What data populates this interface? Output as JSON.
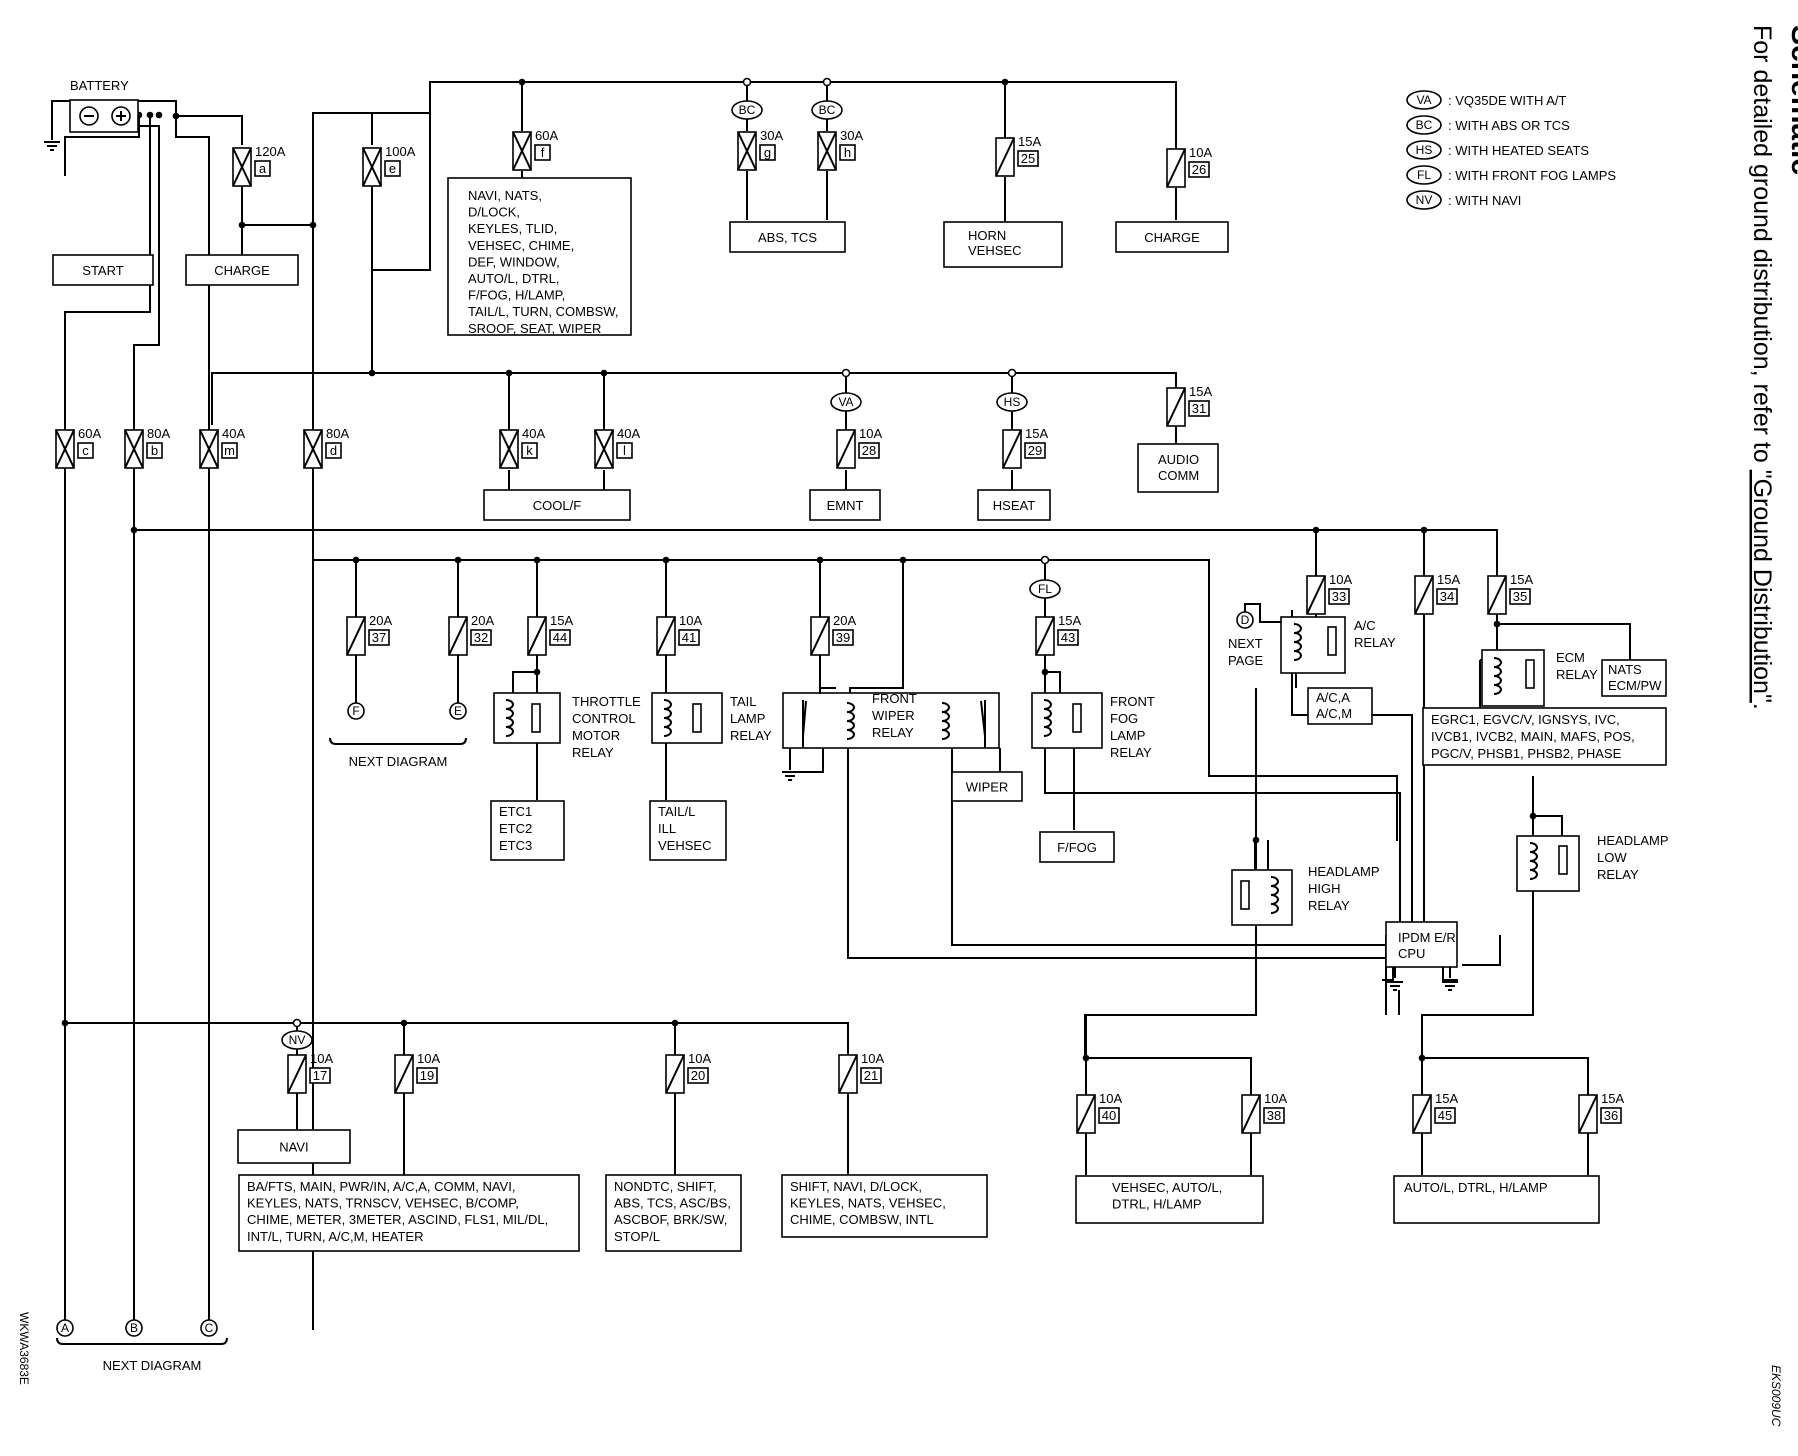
{
  "title": "Schematic",
  "note_prefix": "For detailed ground distribution, refer to ",
  "note_link": "\"Ground Distribution\"",
  "note_suffix": ".",
  "legend": [
    {
      "code": "VA",
      "text": ": VQ35DE WITH A/T"
    },
    {
      "code": "BC",
      "text": ": WITH ABS OR TCS"
    },
    {
      "code": "HS",
      "text": ": WITH HEATED SEATS"
    },
    {
      "code": "FL",
      "text": ": WITH FRONT FOG LAMPS"
    },
    {
      "code": "NV",
      "text": ": WITH NAVI"
    }
  ],
  "battery": "BATTERY",
  "fusible_links": [
    {
      "amp": "120A",
      "id": "a"
    },
    {
      "amp": "100A",
      "id": "e"
    },
    {
      "amp": "60A",
      "id": "f"
    },
    {
      "amp": "30A",
      "id": "g"
    },
    {
      "amp": "30A",
      "id": "h"
    },
    {
      "amp": "60A",
      "id": "c"
    },
    {
      "amp": "80A",
      "id": "b"
    },
    {
      "amp": "40A",
      "id": "m"
    },
    {
      "amp": "80A",
      "id": "d"
    },
    {
      "amp": "40A",
      "id": "k"
    },
    {
      "amp": "40A",
      "id": "l"
    }
  ],
  "fuses": [
    {
      "amp": "15A",
      "num": "25"
    },
    {
      "amp": "10A",
      "num": "26"
    },
    {
      "amp": "15A",
      "num": "31"
    },
    {
      "amp": "10A",
      "num": "28"
    },
    {
      "amp": "15A",
      "num": "29"
    },
    {
      "amp": "20A",
      "num": "37"
    },
    {
      "amp": "20A",
      "num": "32"
    },
    {
      "amp": "15A",
      "num": "44"
    },
    {
      "amp": "10A",
      "num": "41"
    },
    {
      "amp": "20A",
      "num": "39"
    },
    {
      "amp": "15A",
      "num": "43"
    },
    {
      "amp": "10A",
      "num": "33"
    },
    {
      "amp": "15A",
      "num": "34"
    },
    {
      "amp": "15A",
      "num": "35"
    },
    {
      "amp": "10A",
      "num": "17"
    },
    {
      "amp": "10A",
      "num": "19"
    },
    {
      "amp": "10A",
      "num": "20"
    },
    {
      "amp": "10A",
      "num": "21"
    },
    {
      "amp": "10A",
      "num": "40"
    },
    {
      "amp": "10A",
      "num": "38"
    },
    {
      "amp": "15A",
      "num": "45"
    },
    {
      "amp": "15A",
      "num": "36"
    }
  ],
  "boxes": {
    "start": [
      "START"
    ],
    "charge1": [
      "CHARGE"
    ],
    "navi_nats": [
      "NAVI, NATS,",
      "D/LOCK,",
      "KEYLES, TLID,",
      "VEHSEC, CHIME,",
      "DEF, WINDOW,",
      "AUTO/L, DTRL,",
      "F/FOG, H/LAMP,",
      "TAIL/L, TURN, COMBSW,",
      "SROOF, SEAT, WIPER"
    ],
    "abs_tcs": [
      "ABS, TCS"
    ],
    "horn": [
      "HORN",
      "VEHSEC"
    ],
    "charge2": [
      "CHARGE"
    ],
    "audio": [
      "AUDIO",
      "COMM"
    ],
    "coolf": [
      "COOL/F"
    ],
    "emnt": [
      "EMNT"
    ],
    "hseat": [
      "HSEAT"
    ],
    "etc": [
      "ETC1",
      "ETC2",
      "ETC3"
    ],
    "taill": [
      "TAIL/L",
      "ILL",
      "VEHSEC"
    ],
    "wiper": [
      "WIPER"
    ],
    "ffog": [
      "F/FOG"
    ],
    "aca": [
      "A/C,A",
      "A/C,M"
    ],
    "nats_ecm": [
      "NATS",
      "ECM/PW"
    ],
    "egrc": [
      "EGRC1, EGVC/V, IGNSYS, IVC,",
      "IVCB1, IVCB2, MAIN, MAFS, POS,",
      "PGC/V, PHSB1, PHSB2, PHASE"
    ],
    "ipdm": [
      "IPDM E/R",
      "CPU"
    ],
    "navi": [
      "NAVI"
    ],
    "bafts": [
      "BA/FTS, MAIN, PWR/IN, A/C,A, COMM, NAVI,",
      "KEYLES, NATS, TRNSCV, VEHSEC, B/COMP,",
      "CHIME, METER, 3METER, ASCIND, FLS1, MIL/DL,",
      "INT/L, TURN, A/C,M, HEATER"
    ],
    "nondtc": [
      "NONDTC, SHIFT,",
      "ABS, TCS, ASC/BS,",
      "ASCBOF, BRK/SW,",
      "STOP/L"
    ],
    "shift": [
      "SHIFT, NAVI, D/LOCK,",
      "KEYLES, NATS, VEHSEC,",
      "CHIME, COMBSW, INTL"
    ],
    "vehsec": [
      "VEHSEC, AUTO/L,",
      "DTRL, H/LAMP"
    ],
    "autol": [
      "AUTO/L, DTRL, H/LAMP"
    ]
  },
  "relays": {
    "throttle": [
      "THROTTLE",
      "CONTROL",
      "MOTOR",
      "RELAY"
    ],
    "tail": [
      "TAIL",
      "LAMP",
      "RELAY"
    ],
    "wiper": [
      "FRONT",
      "WIPER",
      "RELAY"
    ],
    "fog": [
      "FRONT",
      "FOG",
      "LAMP",
      "RELAY"
    ],
    "ac": [
      "A/C",
      "RELAY"
    ],
    "ecm": [
      "ECM",
      "RELAY"
    ],
    "hl_high": [
      "HEADLAMP",
      "HIGH",
      "RELAY"
    ],
    "hl_low": [
      "HEADLAMP",
      "LOW",
      "RELAY"
    ]
  },
  "option_tags": [
    "BC",
    "BC",
    "VA",
    "HS",
    "FL",
    "NV"
  ],
  "connectors": [
    "F",
    "E",
    "D",
    "A",
    "B",
    "C"
  ],
  "next_diagram": "NEXT  DIAGRAM",
  "next_diagram2": "NEXT  DIAGRAM",
  "next_page": [
    "NEXT",
    "PAGE"
  ],
  "code_left": "WKWA3683E",
  "code_right": "EKS009UC"
}
